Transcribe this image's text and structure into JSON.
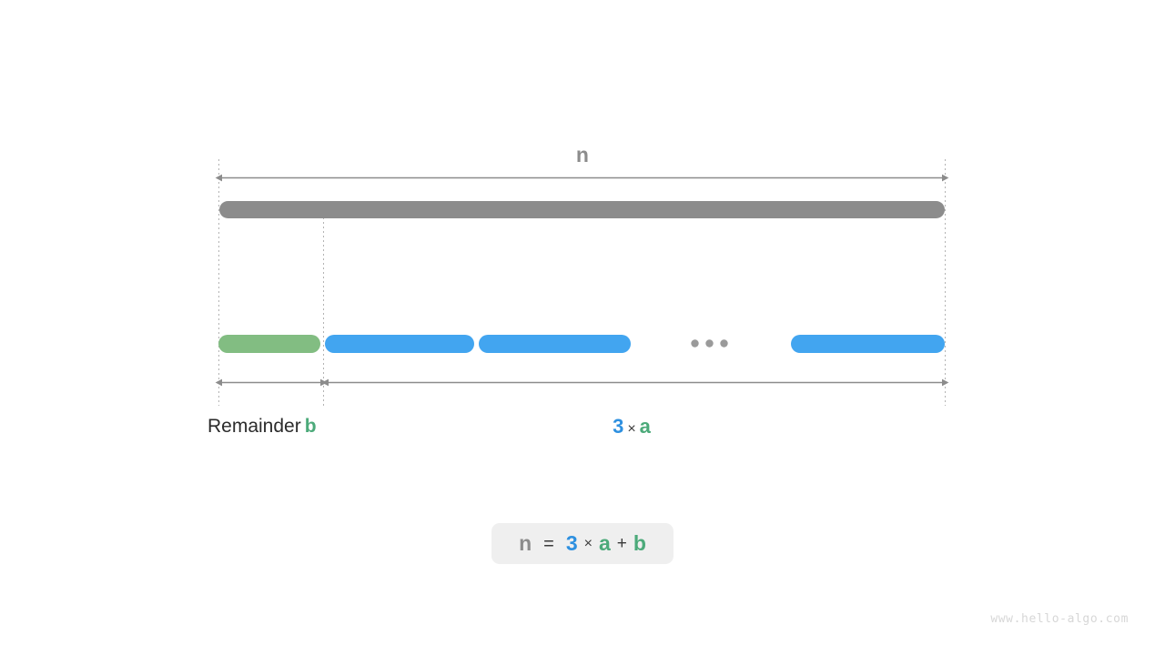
{
  "figure": {
    "title_label": "n",
    "background_color": "#ffffff",
    "colors": {
      "gray_bar": "#8c8c8c",
      "blue_bar": "#42a5f0",
      "green_bar": "#82bd82",
      "guide_line": "#b0b0b0",
      "arrow": "#8c8c8c",
      "dot": "#9a9a9a",
      "text_dark": "#2b2b2b",
      "text_gray": "#8c8c8c",
      "accent_blue": "#2e90e0",
      "accent_green": "#4caa7a",
      "pill_background": "#efefef",
      "watermark": "#d7d7d7"
    }
  },
  "top_measure": {
    "label": "n",
    "arrow_kind": "double-headed"
  },
  "total_bar": {
    "name": "n-total-bar",
    "color": "#8c8c8c"
  },
  "segments": [
    {
      "id": "remainder",
      "kind": "green",
      "color": "#82bd82"
    },
    {
      "id": "a-1",
      "kind": "blue",
      "color": "#42a5f0"
    },
    {
      "id": "a-2",
      "kind": "blue",
      "color": "#42a5f0"
    },
    {
      "id": "a-last",
      "kind": "blue",
      "color": "#42a5f0"
    }
  ],
  "ellipsis": {
    "name": "ellipsis-dots",
    "dot_count": 3,
    "color": "#9a9a9a"
  },
  "bottom_measures": [
    {
      "id": "remainder-measure",
      "text_prefix": "Remainder",
      "variable": "b",
      "variable_color": "#4caa7a"
    },
    {
      "id": "multiple-measure",
      "count": "3",
      "operator": "×",
      "variable": "a",
      "count_color": "#2e90e0",
      "variable_color": "#4caa7a"
    }
  ],
  "formula": {
    "n": "n",
    "equals": "=",
    "three": "3",
    "times": "×",
    "a": "a",
    "plus": "+",
    "b": "b",
    "full_text": "n = 3 × a + b"
  },
  "watermark": {
    "text": "www.hello-algo.com"
  }
}
